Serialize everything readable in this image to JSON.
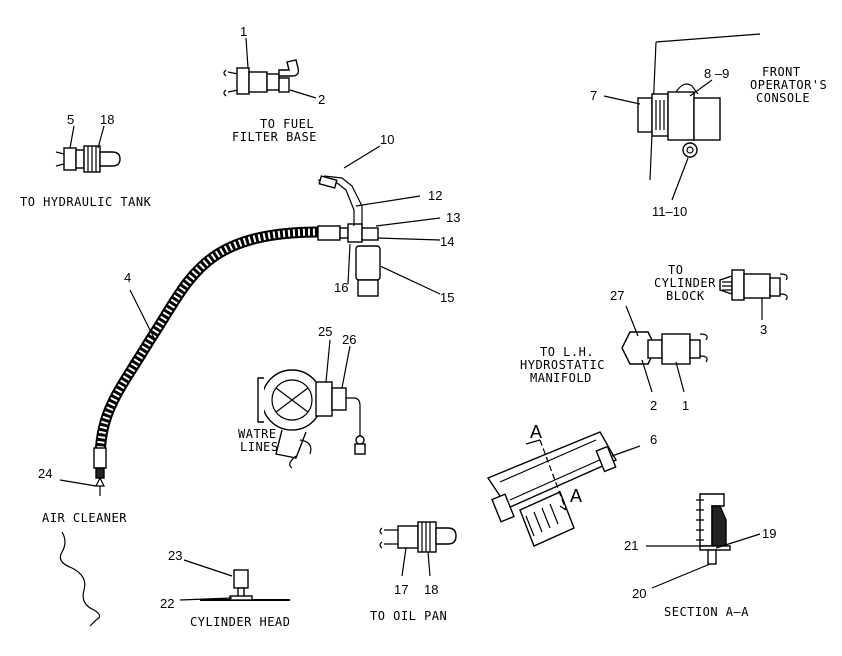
{
  "callouts": {
    "c1a": "1",
    "c2a": "2",
    "c5": "5",
    "c18a": "18",
    "c10a": "10",
    "c12": "12",
    "c13": "13",
    "c14": "14",
    "c15": "15",
    "c16": "16",
    "c4": "4",
    "c7": "7",
    "c89": "8 –9",
    "c1110": "11–10",
    "c3": "3",
    "c27": "27",
    "c2b": "2",
    "c1b": "1",
    "c25": "25",
    "c26": "26",
    "c24": "24",
    "c6": "6",
    "c23": "23",
    "c22": "22",
    "c17": "17",
    "c18b": "18",
    "c21": "21",
    "c19": "19",
    "c20": "20"
  },
  "captions": {
    "fuel1": "TO FUEL",
    "fuel2": "FILTER BASE",
    "hyd_tank": "TO HYDRAULIC TANK",
    "front1": "FRONT",
    "front2": "OPERATOR'S",
    "front3": "CONSOLE",
    "cyl1": "TO",
    "cyl2": "CYLINDER",
    "cyl3": "BLOCK",
    "lh1": "TO L.H.",
    "lh2": "HYDROSTATIC",
    "lh3": "MANIFOLD",
    "water1": "WATRE",
    "water2": "LINES",
    "air": "AIR CLEANER",
    "cyl_head": "CYLINDER HEAD",
    "oil_pan": "TO OIL PAN",
    "section": "SECTION A–A",
    "sectA1": "A",
    "sectA2": "A"
  }
}
